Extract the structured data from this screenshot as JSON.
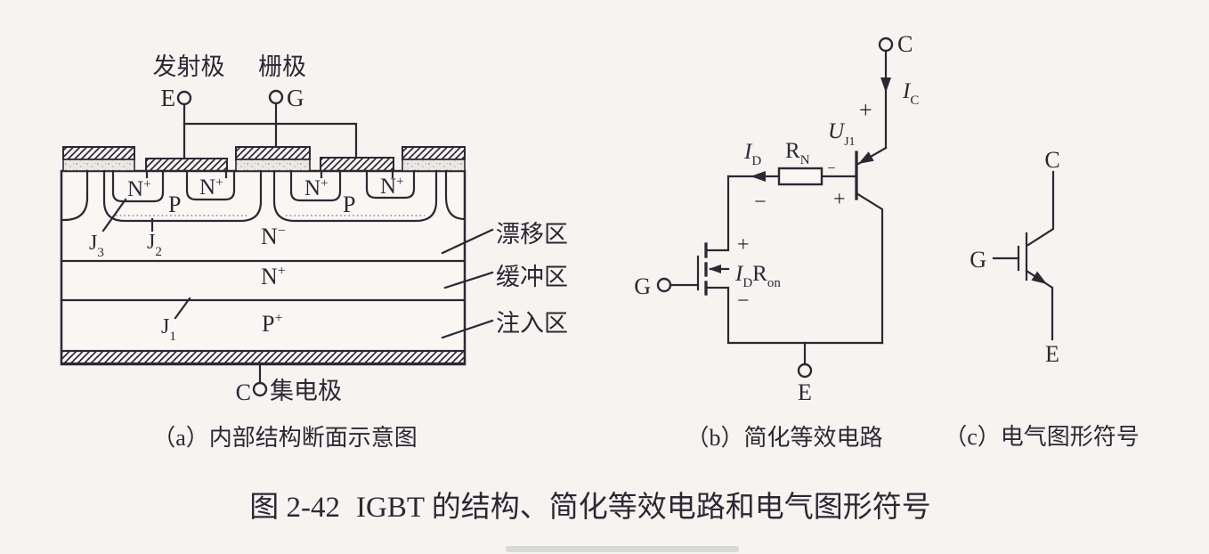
{
  "figure": {
    "title_prefix": "图 2-42",
    "title": "IGBT 的结构、简化等效电路和电气图形符号"
  },
  "colors": {
    "ink": "#2e2733",
    "background": "#f5f4f1",
    "stipple_base": "#eae8e3"
  },
  "panel_a": {
    "caption": "（a）内部结构断面示意图",
    "emitter_label": "发射极",
    "gate_label": "栅极",
    "collector_label": "集电极",
    "terminal_e": "E",
    "terminal_g": "G",
    "terminal_c": "C",
    "region_nplus": {
      "main": "N",
      "sup": "+"
    },
    "region_p": "P",
    "region_nminus": {
      "main": "N",
      "sup": "−"
    },
    "region_nbuffer": {
      "main": "N",
      "sup": "+"
    },
    "region_pplus": {
      "main": "P",
      "sup": "+"
    },
    "junction_j1": {
      "main": "J",
      "sub": "1"
    },
    "junction_j2": {
      "main": "J",
      "sub": "2"
    },
    "junction_j3": {
      "main": "J",
      "sub": "3"
    },
    "drift_region_label": "漂移区",
    "buffer_region_label": "缓冲区",
    "injection_region_label": "注入区"
  },
  "panel_b": {
    "caption": "（b）简化等效电路",
    "terminal_c": "C",
    "terminal_g": "G",
    "terminal_e": "E",
    "current_ic": {
      "main": "I",
      "sub": "C"
    },
    "current_id": {
      "main": "I",
      "sub": "D"
    },
    "resistor_rn": {
      "main": "R",
      "sub": "N"
    },
    "voltage_uj1": {
      "main": "U",
      "sub": "J1"
    },
    "voltage_idron": {
      "i": "I",
      "i_sub": "D",
      "r": "R",
      "r_sub": "on"
    },
    "plus": "+",
    "minus": "−"
  },
  "panel_c": {
    "caption": "（c）电气图形符号",
    "terminal_c": "C",
    "terminal_g": "G",
    "terminal_e": "E"
  }
}
